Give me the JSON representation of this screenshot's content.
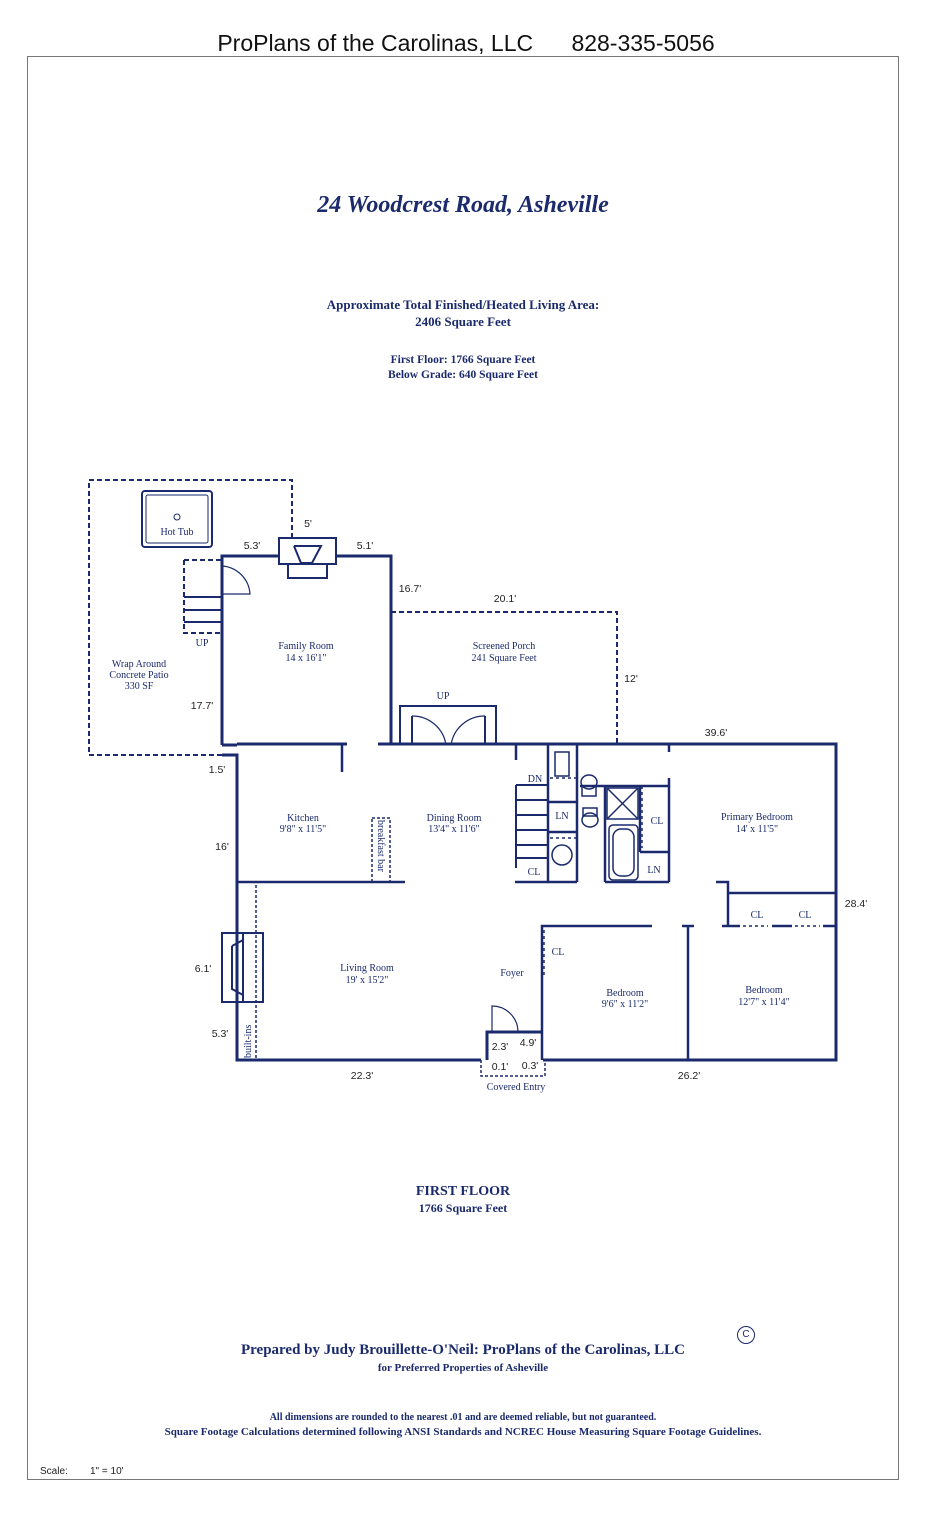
{
  "header": {
    "company": "ProPlans of the Carolinas, LLC",
    "phone": "828-335-5056"
  },
  "title": "24 Woodcrest Road, Asheville",
  "summary": {
    "line1": "Approximate Total Finished/Heated Living Area:",
    "line2": "2406 Square Feet",
    "first_floor": "First Floor:  1766 Square Feet",
    "below_grade": "Below Grade:  640 Square Feet"
  },
  "rooms": {
    "hot_tub": "Hot Tub",
    "family_room": "Family Room",
    "family_room_size": "14 x 16'1\"",
    "patio_1": "Wrap Around",
    "patio_2": "Concrete Patio",
    "patio_3": "330 SF",
    "screened_porch": "Screened Porch",
    "screened_porch_size": "241 Square Feet",
    "kitchen": "Kitchen",
    "kitchen_size": "9'8\" x 11'5\"",
    "breakfast_bar": "breakfast bar",
    "dining_room": "Dining Room",
    "dining_room_size": "13'4\" x 11'6\"",
    "primary_bedroom": "Primary Bedroom",
    "primary_bedroom_size": "14' x 11'5\"",
    "living_room": "Living Room",
    "living_room_size": "19' x 15'2\"",
    "foyer": "Foyer",
    "bedroom_2": "Bedroom",
    "bedroom_2_size": "9'6\" x 11'2\"",
    "bedroom_3": "Bedroom",
    "bedroom_3_size": "12'7\" x 11'4\"",
    "built_ins": "built-ins",
    "covered_entry": "Covered Entry",
    "up": "UP",
    "dn": "DN",
    "cl": "CL",
    "ln": "LN"
  },
  "dimensions": {
    "d_5_3": "5.3'",
    "d_5": "5'",
    "d_5_1": "5.1'",
    "d_16_7": "16.7'",
    "d_20_1": "20.1'",
    "d_12": "12'",
    "d_39_6": "39.6'",
    "d_17_7": "17.7'",
    "d_1_5": "1.5'",
    "d_16": "16'",
    "d_28_4": "28.4'",
    "d_6_1": "6.1'",
    "d_5_3b": "5.3'",
    "d_22_3": "22.3'",
    "d_26_2": "26.2'",
    "d_2_3": "2.3'",
    "d_4_9": "4.9'",
    "d_0_1": "0.1'",
    "d_0_3": "0.3'"
  },
  "footer": {
    "floor_title": "FIRST FLOOR",
    "floor_area": "1766 Square Feet",
    "prepared_by": "Prepared by Judy Brouillette-O'Neil: ProPlans of the Carolinas, LLC",
    "prepared_for": "for Preferred Properties of Asheville",
    "disclaimer1": "All dimensions are rounded to the nearest .01 and are deemed reliable, but not guaranteed.",
    "disclaimer2": "Square Footage Calculations determined following ANSI Standards and NCREC House Measuring Square Footage Guidelines.",
    "copyright": "C",
    "scale_label": "Scale:",
    "scale_value": "1\" = 10'"
  },
  "colors": {
    "plan": "#1a2a6c",
    "text": "#111111"
  }
}
